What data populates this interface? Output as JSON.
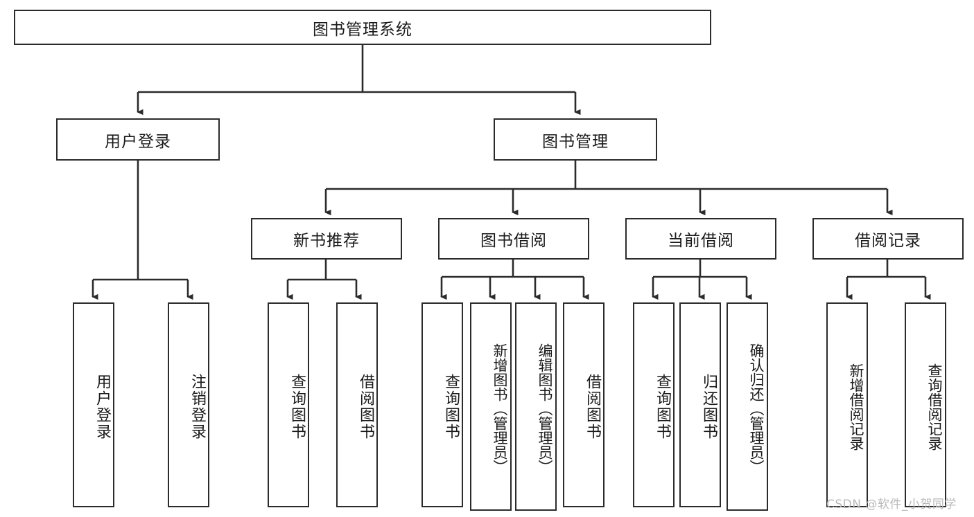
{
  "diagram": {
    "type": "hierarchy-tree",
    "title_node": {
      "label": "图书管理系统"
    },
    "level2": [
      {
        "id": "user-login",
        "label": "用户登录"
      },
      {
        "id": "book-management",
        "label": "图书管理"
      }
    ],
    "level3": [
      {
        "id": "new-book-recommend",
        "label": "新书推荐"
      },
      {
        "id": "book-borrow",
        "label": "图书借阅"
      },
      {
        "id": "current-borrow",
        "label": "当前借阅"
      },
      {
        "id": "borrow-record",
        "label": "借阅记录"
      }
    ],
    "leaves": {
      "user_login": [
        {
          "id": "leaf-user-login",
          "label": "用户登录"
        },
        {
          "id": "leaf-logout",
          "label": "注销登录"
        }
      ],
      "new_book_recommend": [
        {
          "id": "leaf-query-book-1",
          "label": "查询图书"
        },
        {
          "id": "leaf-borrow-book-1",
          "label": "借阅图书"
        }
      ],
      "book_borrow": [
        {
          "id": "leaf-query-book-2",
          "label": "查询图书"
        },
        {
          "id": "leaf-add-book",
          "label": "新增图书（管理员）"
        },
        {
          "id": "leaf-edit-book",
          "label": "编辑图书（管理员）"
        },
        {
          "id": "leaf-borrow-book-2",
          "label": "借阅图书"
        }
      ],
      "current_borrow": [
        {
          "id": "leaf-query-book-3",
          "label": "查询图书"
        },
        {
          "id": "leaf-return-book",
          "label": "归还图书"
        },
        {
          "id": "leaf-confirm-return",
          "label": "确认归还（管理员）"
        }
      ],
      "borrow_record": [
        {
          "id": "leaf-add-record",
          "label": "新增借阅记录"
        },
        {
          "id": "leaf-query-record",
          "label": "查询借阅记录"
        }
      ]
    }
  },
  "watermark": {
    "text": "CSDN @软件_小贺同学"
  },
  "colors": {
    "stroke": "#2b2b2b",
    "fill": "#ffffff",
    "text": "#1a1a1a",
    "watermark": "#b9b9b9"
  }
}
